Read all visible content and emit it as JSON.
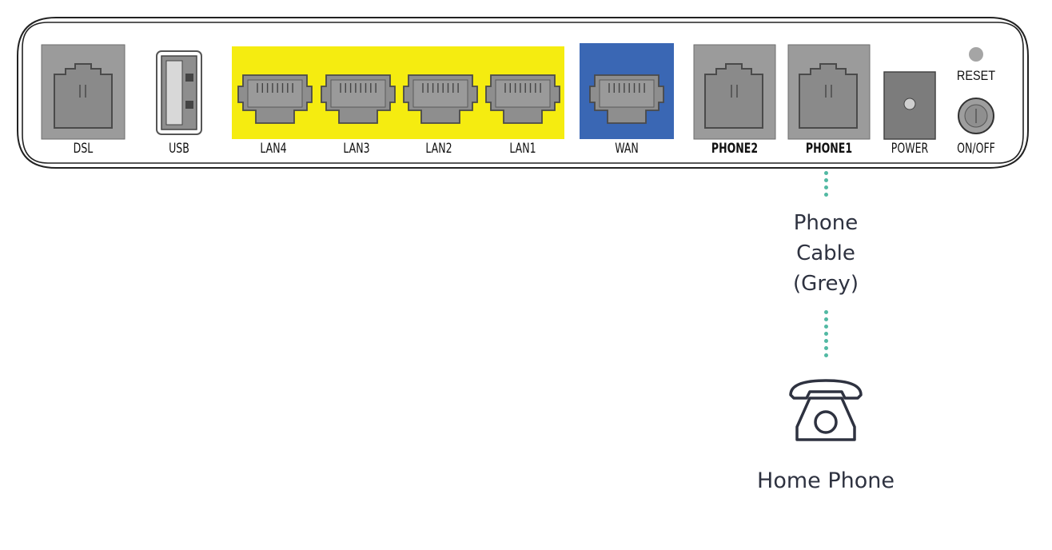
{
  "router": {
    "ports": [
      {
        "id": "dsl",
        "label": "DSL"
      },
      {
        "id": "usb",
        "label": "USB"
      },
      {
        "id": "lan4",
        "label": "LAN4"
      },
      {
        "id": "lan3",
        "label": "LAN3"
      },
      {
        "id": "lan2",
        "label": "LAN2"
      },
      {
        "id": "lan1",
        "label": "LAN1"
      },
      {
        "id": "wan",
        "label": "WAN"
      },
      {
        "id": "phone2",
        "label": "PHONE2"
      },
      {
        "id": "phone1",
        "label": "PHONE1"
      },
      {
        "id": "power",
        "label": "POWER"
      },
      {
        "id": "onoff",
        "label": "ON/OFF"
      }
    ],
    "reset_label": "RESET"
  },
  "connection": {
    "from_port": "PHONE1",
    "cable_label_lines": [
      "Phone",
      "Cable",
      "(Grey)"
    ],
    "device_label": "Home Phone",
    "device_icon": "telephone-icon"
  },
  "colors": {
    "lan_block": "#f5ec10",
    "wan_block": "#3a67b4",
    "port_grey": "#9b9b9b",
    "connector_dots": "#52b9a3",
    "text_dark": "#2e3240"
  }
}
